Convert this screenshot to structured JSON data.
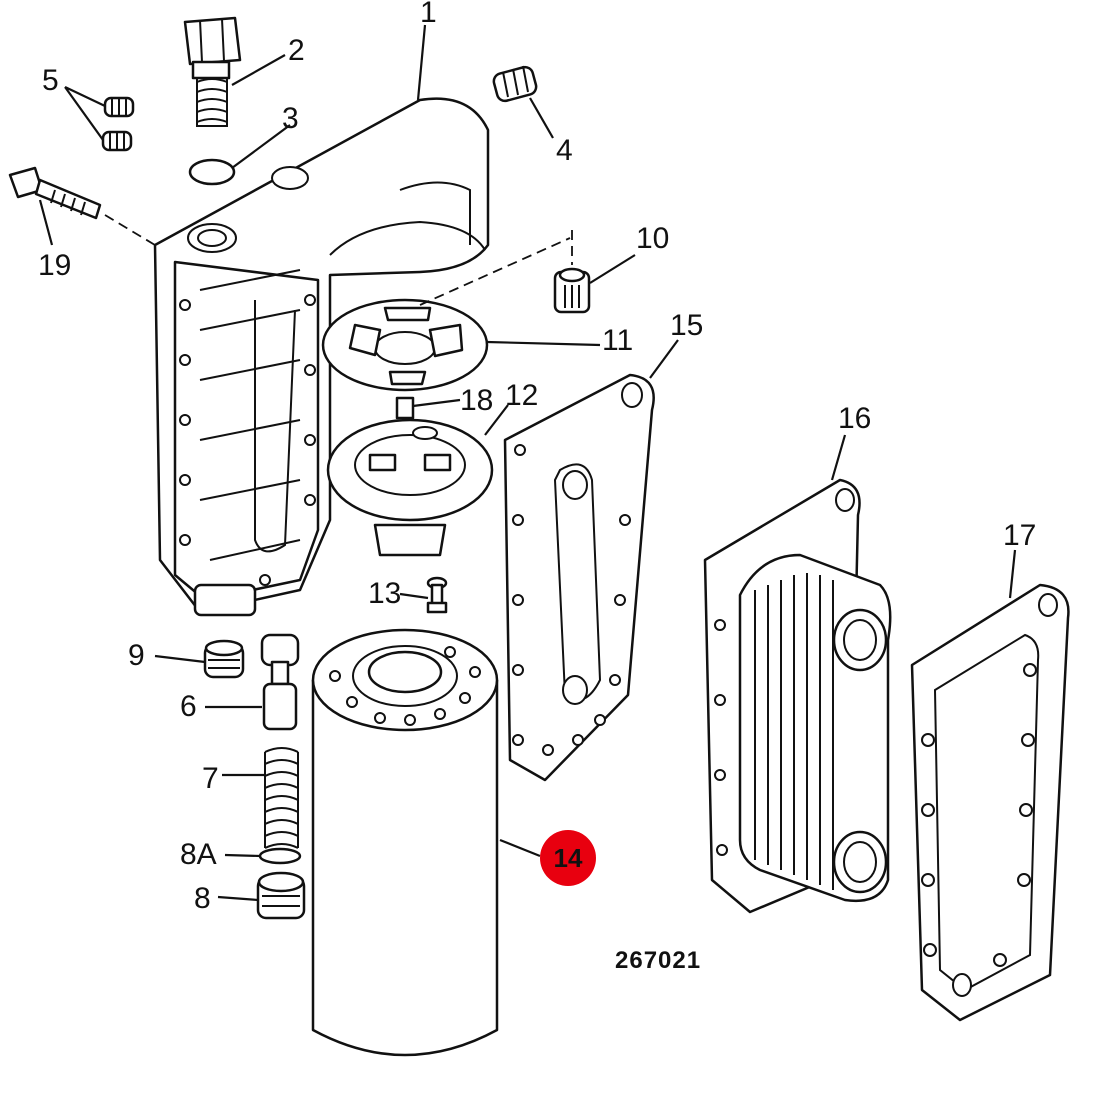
{
  "diagram": {
    "reference_number": "267021",
    "highlight": {
      "label": "14",
      "color": "#e8000f"
    },
    "callouts": [
      "1",
      "2",
      "3",
      "4",
      "5",
      "6",
      "7",
      "8",
      "8A",
      "9",
      "10",
      "11",
      "12",
      "13",
      "15",
      "16",
      "17",
      "18",
      "19"
    ]
  }
}
